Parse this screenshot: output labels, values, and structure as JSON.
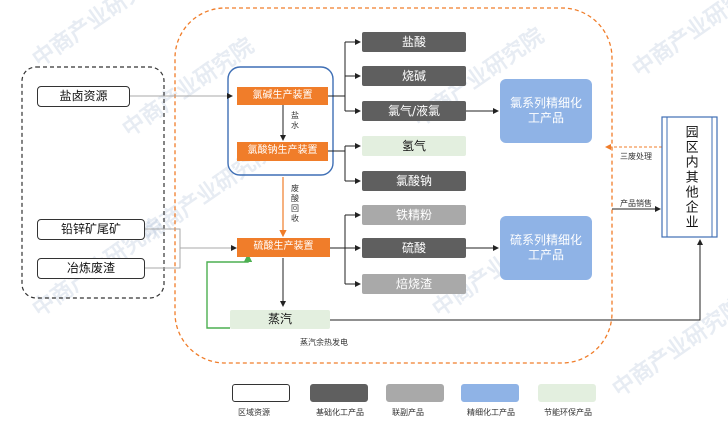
{
  "resources": {
    "brine": "盐卤资源",
    "tailings": "铅锌矿尾矿",
    "slag": "冶炼废渣"
  },
  "units": {
    "chlor_alkali": "氯碱生产装置",
    "sodium_chlorate": "氯酸钠生产装置",
    "sulfuric_acid": "硫酸生产装置"
  },
  "products": {
    "hydrochloric_acid": "盐酸",
    "caustic_soda": "烧碱",
    "chlorine": "氯气/液氯",
    "hydrogen": "氢气",
    "sodium_chlorate_product": "氯酸钠",
    "iron_powder": "铁精粉",
    "sulfuric_acid_product": "硫酸",
    "calcine": "焙烧渣",
    "steam": "蒸汽"
  },
  "fine_chemicals": {
    "chlorine_series": "氯系列精细化工产品",
    "sulfur_series": "硫系列精细化工产品"
  },
  "park": {
    "other_enterprises": "园区内其他企业"
  },
  "labels": {
    "salt_water": "盐水",
    "waste_acid_recycle": "废酸回收",
    "three_waste": "三废处理",
    "product_sales": "产品销售",
    "steam_power": "蒸汽余热发电"
  },
  "legend": [
    {
      "label": "区域资源",
      "color": "#ffffff",
      "border": "#333333"
    },
    {
      "label": "基础化工产品",
      "color": "#5f5f5f",
      "border": "#5f5f5f"
    },
    {
      "label": "联副产品",
      "color": "#a9a9a9",
      "border": "#a9a9a9"
    },
    {
      "label": "精细化工产品",
      "color": "#8fb3e6",
      "border": "#8fb3e6"
    },
    {
      "label": "节能环保产品",
      "color": "#e3efdf",
      "border": "#e3efdf"
    }
  ],
  "watermark": "中商产业研究院"
}
